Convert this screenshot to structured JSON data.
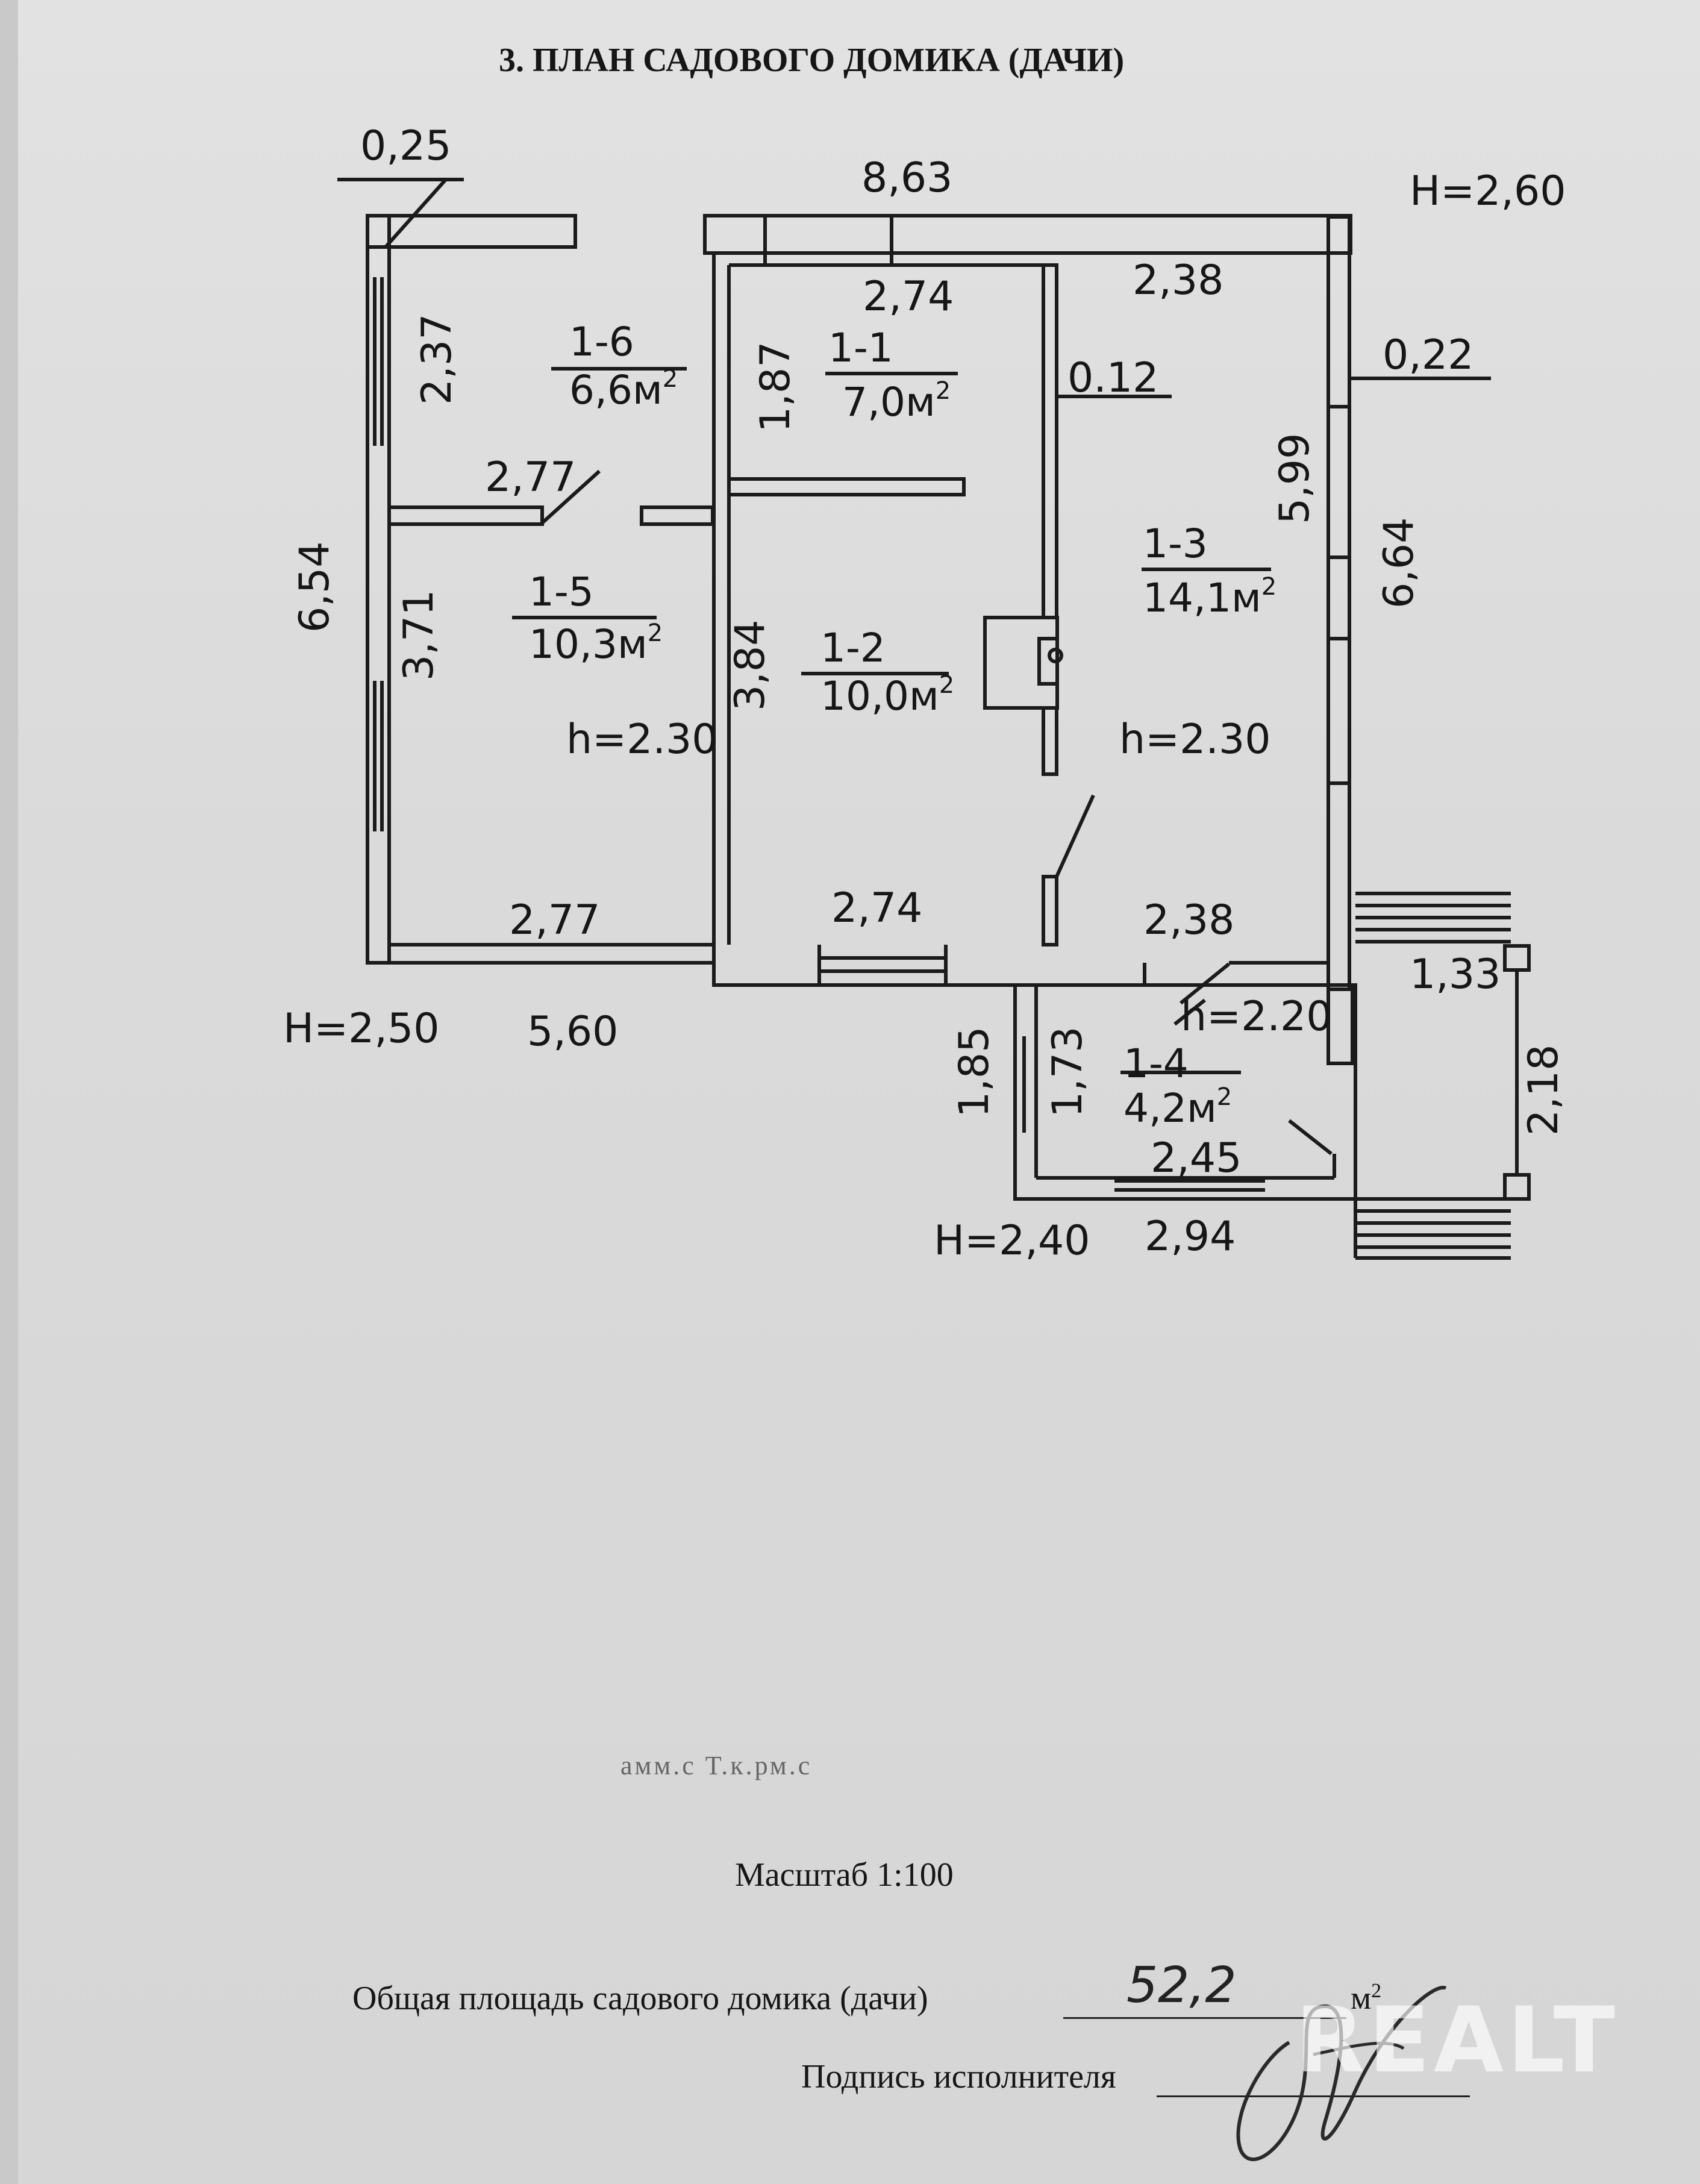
{
  "document": {
    "title": "3. ПЛАН САДОВОГО ДОМИКА (ДАЧИ)",
    "scale_label": "Масштаб 1:100",
    "total_area_label": "Общая площадь садового домика (дачи)",
    "total_area_value": "52,2",
    "total_area_unit": "м",
    "total_area_unit_sup": "2",
    "signature_label": "Подпись исполнителя",
    "stamp_text": "амм.с Т.к.рм.с",
    "watermark": "REALT"
  },
  "plan": {
    "outer_dims": {
      "total_width": "8,63",
      "left_height": "6,54",
      "right_height": "6,64",
      "bottom_left": "5,60",
      "corner_wall": "0,25",
      "right_wall": "0,22",
      "porch_width": "2,94",
      "porch_height": "1,85"
    },
    "heights": {
      "H_main_right": "H=2,60",
      "H_left": "H=2,50",
      "H_porch": "H=2,40",
      "h_left_rooms": "h=2.30",
      "h_right_room": "h=2.30",
      "h_vestibule": "h=2.20"
    },
    "rooms": [
      {
        "id": "1-6",
        "area": "6,6м",
        "sup": "2",
        "width": "2,77",
        "height": "2,37"
      },
      {
        "id": "1-1",
        "area": "7,0м",
        "sup": "2",
        "width": "2,74",
        "height": "1,87"
      },
      {
        "id": "1-3",
        "area": "14,1м",
        "sup": "2",
        "width": "2,38",
        "height": "5,99"
      },
      {
        "id": "1-5",
        "area": "10,3м",
        "sup": "2",
        "width": "2,77",
        "height": "3,71"
      },
      {
        "id": "1-2",
        "area": "10,0м",
        "sup": "2",
        "width": "2,74",
        "height": "3,84"
      },
      {
        "id": "1-4",
        "area": "4,2м",
        "sup": "2",
        "width": "2,45",
        "height": "1,73"
      }
    ],
    "inner_dims": {
      "partition": "0.12",
      "bottom_room_3": "2,38",
      "bottom_room_2": "2,74",
      "bottom_room_5": "2,77",
      "terrace_width": "1,33",
      "terrace_height": "2,18"
    }
  }
}
